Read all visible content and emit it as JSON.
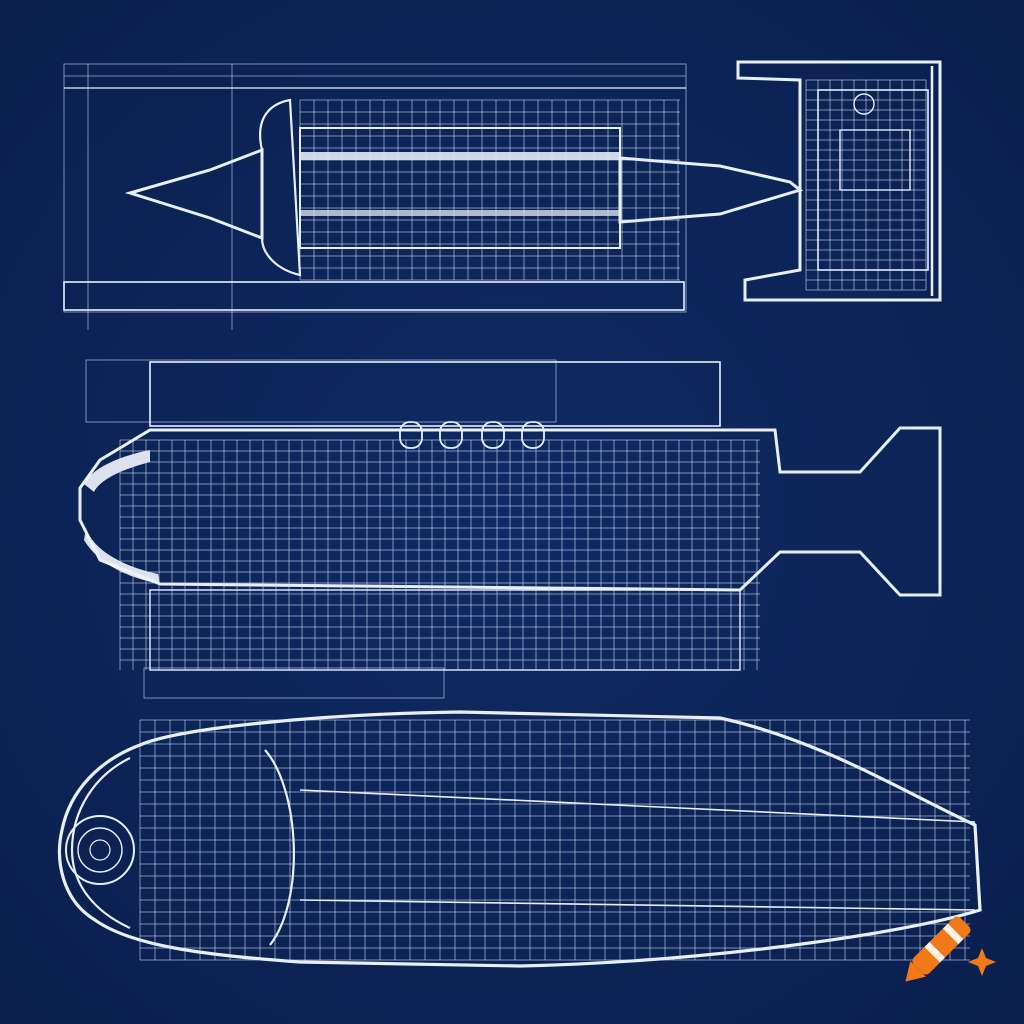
{
  "colors": {
    "background": "#0f2a63",
    "background_dark": "#0a1f4d",
    "line": "#e8efff",
    "line_faint": "#c9d8ff",
    "watermark_orange": "#f07a1a"
  },
  "drawings": [
    {
      "name": "top-ship-side-elevation"
    },
    {
      "name": "top-right-cross-section"
    },
    {
      "name": "middle-ship-side-elevation"
    },
    {
      "name": "bottom-hull-cutaway"
    }
  ],
  "watermark": {
    "icon": "crayon-sparkle-icon"
  }
}
